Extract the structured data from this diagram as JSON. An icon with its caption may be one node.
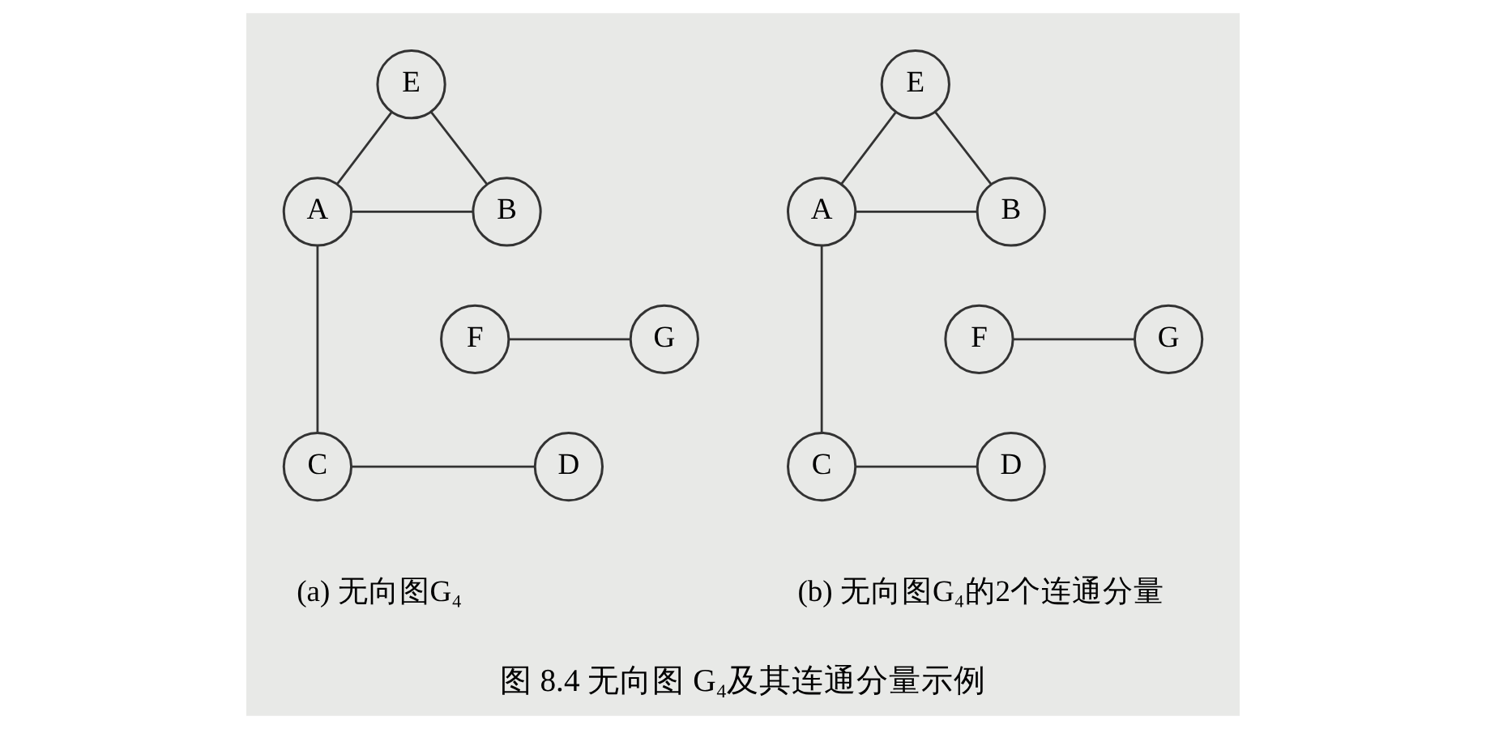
{
  "diagram": {
    "caption": "图 8.4 无向图 G₄及其连通分量示例",
    "nodes": [
      {
        "text": [
          "E"
        ]
      },
      {
        "text": [
          "A"
        ]
      },
      {
        "text": [
          "B"
        ]
      },
      {
        "text": [
          "F"
        ]
      },
      {
        "text": [
          "G"
        ]
      },
      {
        "text": [
          "C"
        ]
      },
      {
        "text": [
          "D"
        ]
      },
      {
        "text": [
          "E"
        ]
      },
      {
        "text": [
          "A"
        ]
      },
      {
        "text": [
          "B"
        ]
      },
      {
        "text": [
          "F"
        ]
      },
      {
        "text": [
          "G"
        ]
      },
      {
        "text": [
          "C"
        ]
      },
      {
        "text": [
          "D"
        ]
      }
    ],
    "edges": [
      {
        "from": 0,
        "to": 1,
        "arrow": "none"
      },
      {
        "from": 0,
        "to": 2,
        "arrow": "none"
      },
      {
        "from": 1,
        "to": 2,
        "arrow": "none"
      },
      {
        "from": 1,
        "to": 5,
        "arrow": "none"
      },
      {
        "from": 3,
        "to": 4,
        "arrow": "none"
      },
      {
        "from": 5,
        "to": 6,
        "arrow": "none"
      },
      {
        "from": 7,
        "to": 8,
        "arrow": "none"
      },
      {
        "from": 7,
        "to": 9,
        "arrow": "none"
      },
      {
        "from": 8,
        "to": 9,
        "arrow": "none"
      },
      {
        "from": 8,
        "to": 12,
        "arrow": "none"
      },
      {
        "from": 10,
        "to": 11,
        "arrow": "none"
      },
      {
        "from": 12,
        "to": 13,
        "arrow": "none"
      }
    ],
    "labels": [
      "(a) 无向图G₄",
      "(b) 无向图G₄的2个连通分量"
    ]
  }
}
